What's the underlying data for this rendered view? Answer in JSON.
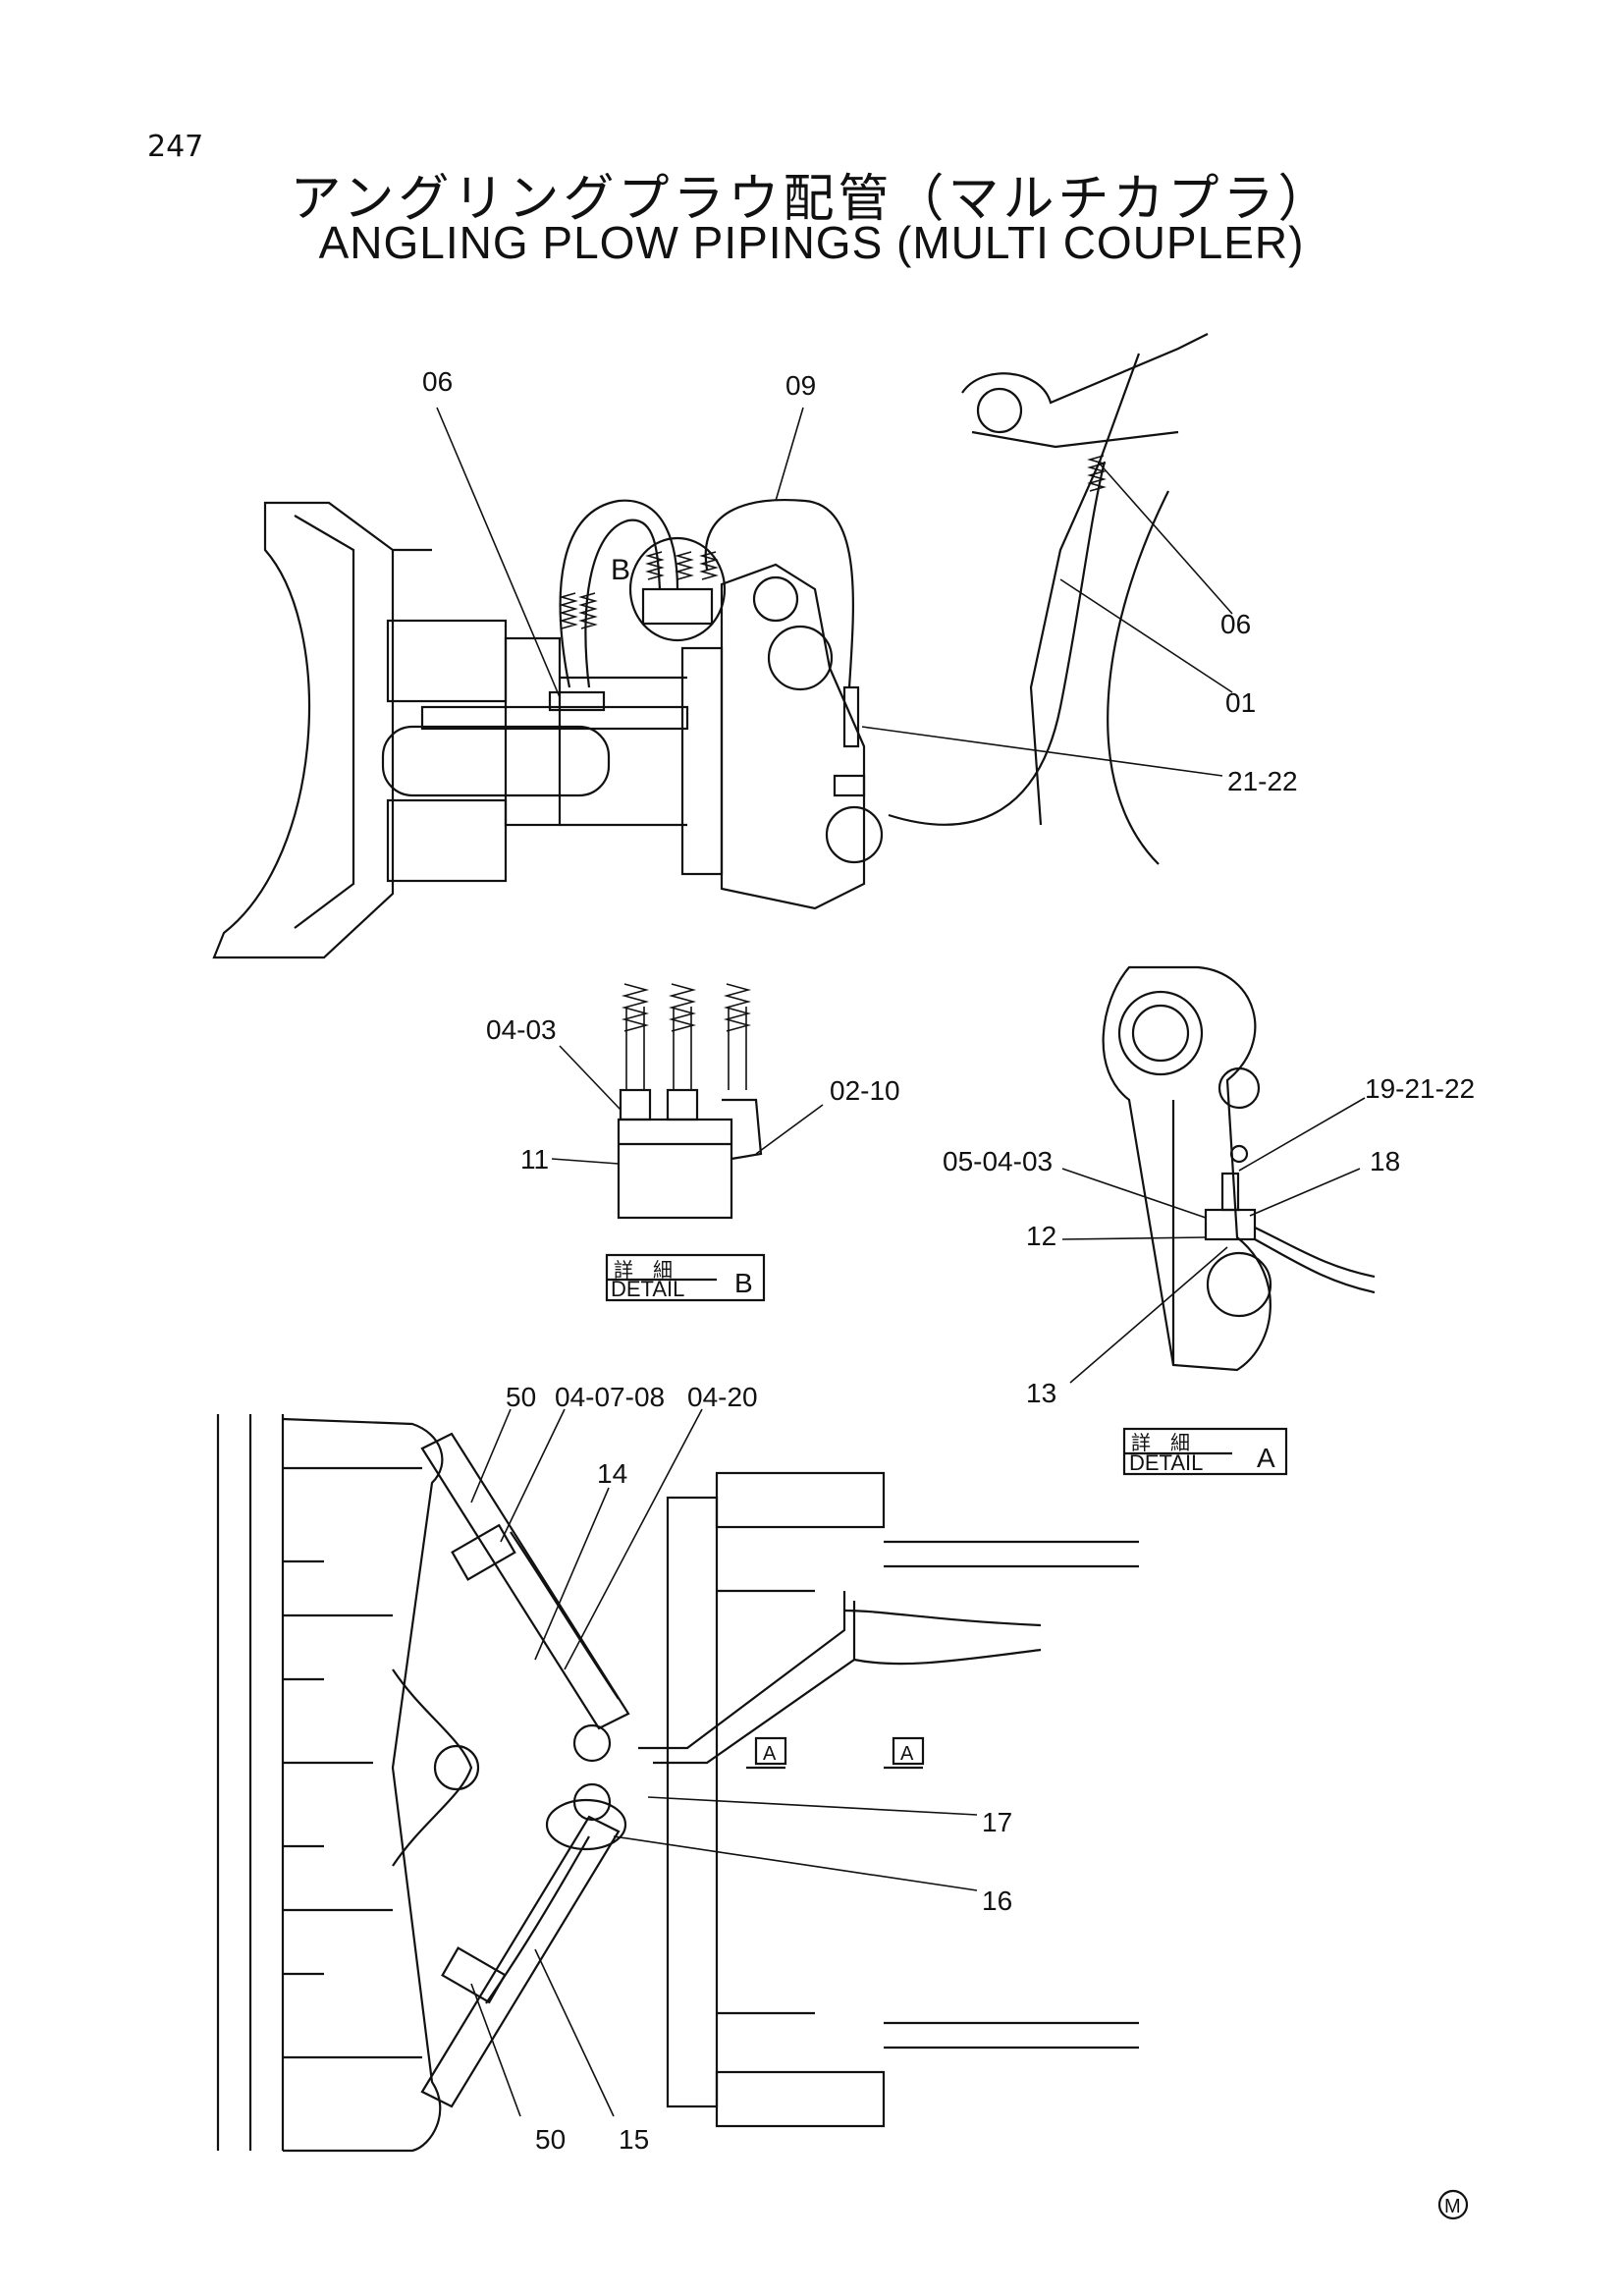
{
  "page": {
    "number": "247"
  },
  "title": {
    "japanese": "アングリングプラウ配管（マルチカプラ）",
    "english": "ANGLING PLOW PIPINGS (MULTI COUPLER)"
  },
  "callouts": {
    "top": {
      "c06a": "06",
      "c09": "09",
      "c06b": "06",
      "c01": "01",
      "c2122": "21-22",
      "cB": "B"
    },
    "detail_b": {
      "c0403": "04-03",
      "c0210": "02-10",
      "c11": "11",
      "label_jp": "詳　細",
      "label_en": "DETAIL",
      "letter": "B"
    },
    "detail_a": {
      "c192122": "19-21-22",
      "c18": "18",
      "c050403": "05-04-03",
      "c12": "12",
      "c13": "13",
      "label_jp": "詳　細",
      "label_en": "DETAIL",
      "letter": "A"
    },
    "bottom": {
      "c50a": "50",
      "c040708": "04-07-08",
      "c0420": "04-20",
      "c14": "14",
      "c17": "17",
      "c16": "16",
      "c50b": "50",
      "c15": "15",
      "a1": "A",
      "a2": "A"
    }
  },
  "mark": "M"
}
